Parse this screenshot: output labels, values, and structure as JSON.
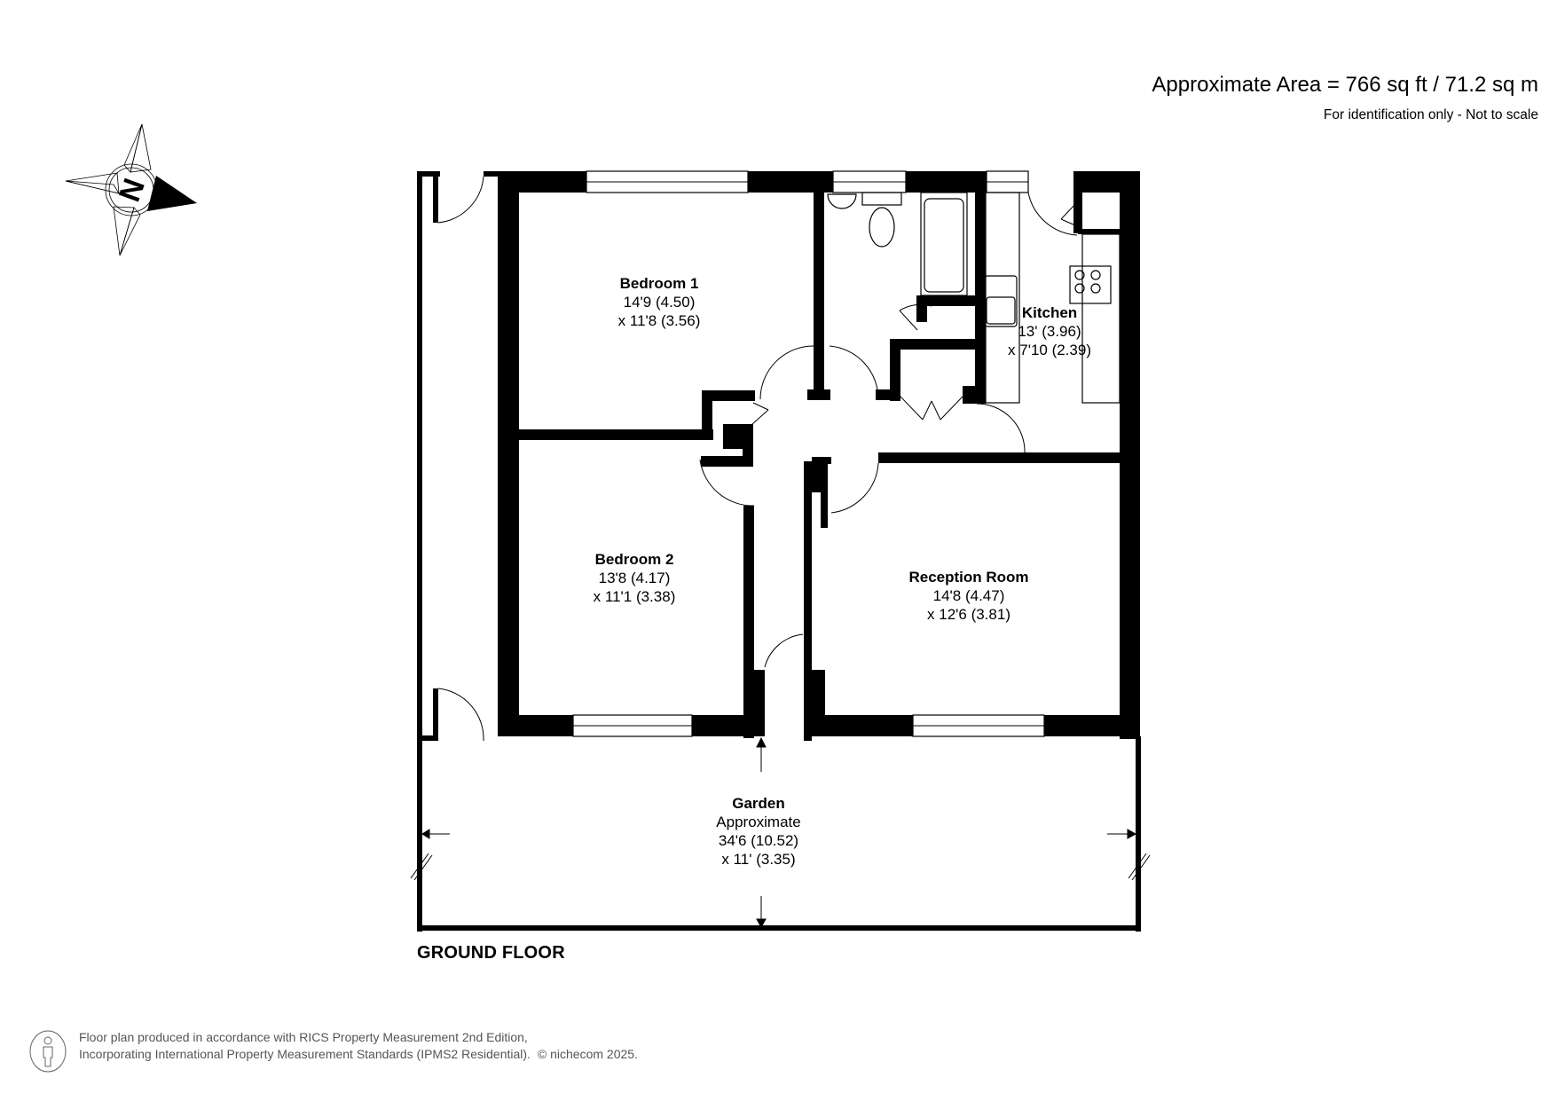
{
  "header": {
    "area": "Approximate Area = 766 sq ft / 71.2 sq m",
    "disclaimer": "For identification only - Not to scale"
  },
  "compass": {
    "label": "N",
    "icon": "compass-rose-icon"
  },
  "floor": {
    "label": "GROUND FLOOR"
  },
  "rooms": [
    {
      "name": "Bedroom 1",
      "dim1": "14'9 (4.50)",
      "dim2": "x 11'8 (3.56)"
    },
    {
      "name": "Bedroom 2",
      "dim1": "13'8 (4.17)",
      "dim2": "x 11'1 (3.38)"
    },
    {
      "name": "Kitchen",
      "dim1": "13' (3.96)",
      "dim2": "x 7'10 (2.39)"
    },
    {
      "name": "Reception Room",
      "dim1": "14'8 (4.47)",
      "dim2": "x 12'6 (3.81)"
    }
  ],
  "garden": {
    "name": "Garden",
    "note": "Approximate",
    "dim1": "34'6 (10.52)",
    "dim2": "x 11' (3.35)"
  },
  "footer": {
    "line1": "Floor plan produced in accordance with RICS Property Measurement 2nd Edition,",
    "line2": "Incorporating International Property Measurement Standards (IPMS2 Residential).",
    "copyright": "© nichecom 2025.",
    "icon": "person-outline-icon"
  },
  "colors": {
    "wall": "#000000",
    "background": "#ffffff",
    "footer_text": "#555555"
  }
}
